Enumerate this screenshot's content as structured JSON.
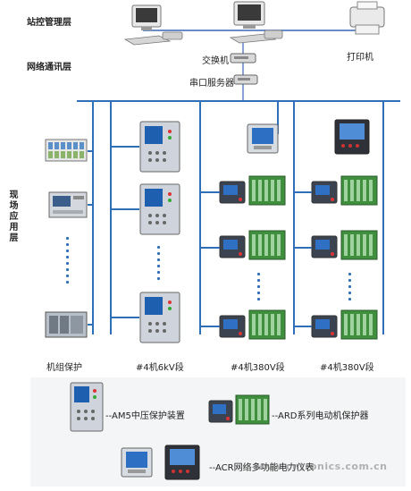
{
  "layers": {
    "station_control": "站控管理层",
    "network_comm": "网络通讯层",
    "field_app": "现场应用层"
  },
  "network": {
    "switch_label": "交换机",
    "serial_server_label": "串口服务器",
    "printer_label": "打印机"
  },
  "columns": [
    {
      "caption": "机组保护"
    },
    {
      "caption": "#4机6kV段"
    },
    {
      "caption": "#4机380V段"
    },
    {
      "caption": "#4机380V段"
    }
  ],
  "legend": {
    "am5": "--AM5中压保护装置",
    "ard": "--ARD系列电动机保护器",
    "acr": "--ACR网络多功能电力仪表"
  },
  "watermark": "www.cntronics.com.cn",
  "colors": {
    "bus": "#2f6fb8",
    "device_body": "#cfd4dc",
    "screen": "#1f5fb0",
    "green_module": "#3f8f3f"
  }
}
